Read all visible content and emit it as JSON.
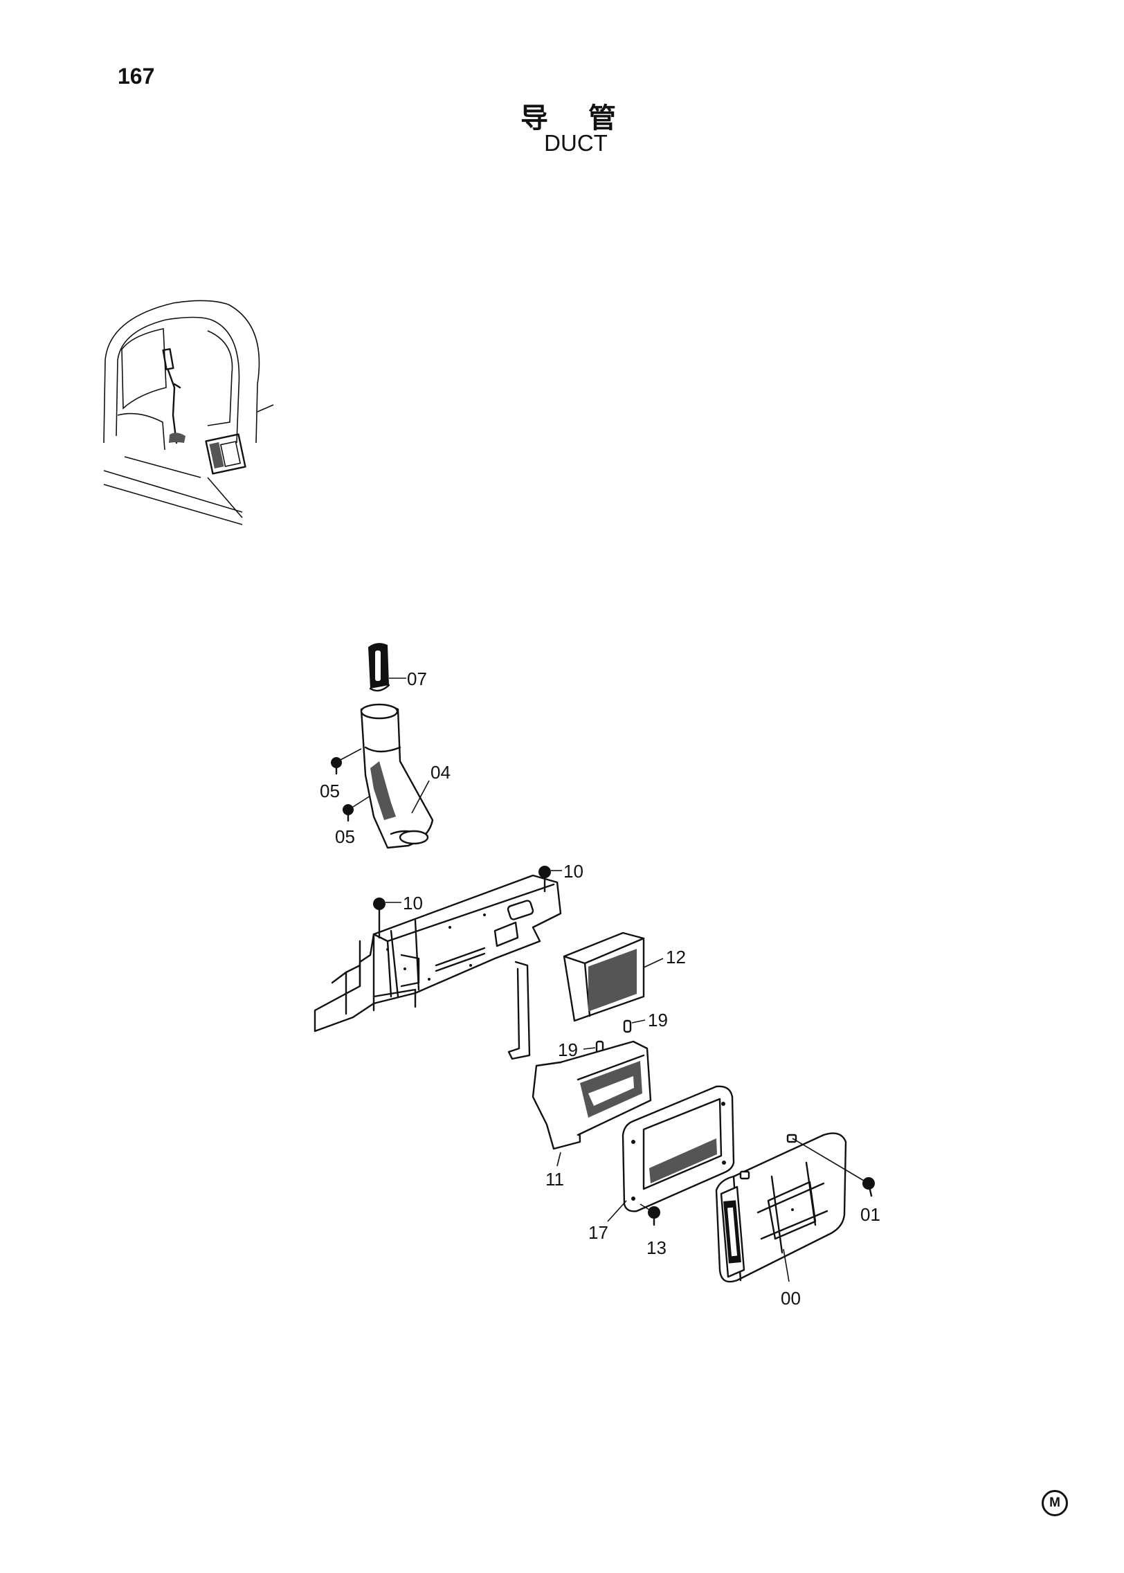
{
  "page": {
    "page_number": "167",
    "title_cn": "导 管",
    "title_en": "DUCT",
    "brand_mark": "M"
  },
  "callouts": [
    "07",
    "04",
    "05",
    "05",
    "10",
    "10",
    "12",
    "19",
    "19",
    "11",
    "17",
    "13",
    "01",
    "00"
  ],
  "parts": [
    {
      "number": "00",
      "icon": "duct-housing-icon"
    },
    {
      "number": "01",
      "icon": "bolt-icon"
    },
    {
      "number": "04",
      "icon": "riser-duct-icon"
    },
    {
      "number": "05",
      "icon": "bolt-icon"
    },
    {
      "number": "07",
      "icon": "vent-louver-icon"
    },
    {
      "number": "10",
      "icon": "bolt-icon"
    },
    {
      "number": "11",
      "icon": "filter-duct-icon"
    },
    {
      "number": "12",
      "icon": "air-filter-icon"
    },
    {
      "number": "13",
      "icon": "bolt-icon"
    },
    {
      "number": "17",
      "icon": "gasket-icon"
    },
    {
      "number": "19",
      "icon": "pin-icon"
    }
  ]
}
